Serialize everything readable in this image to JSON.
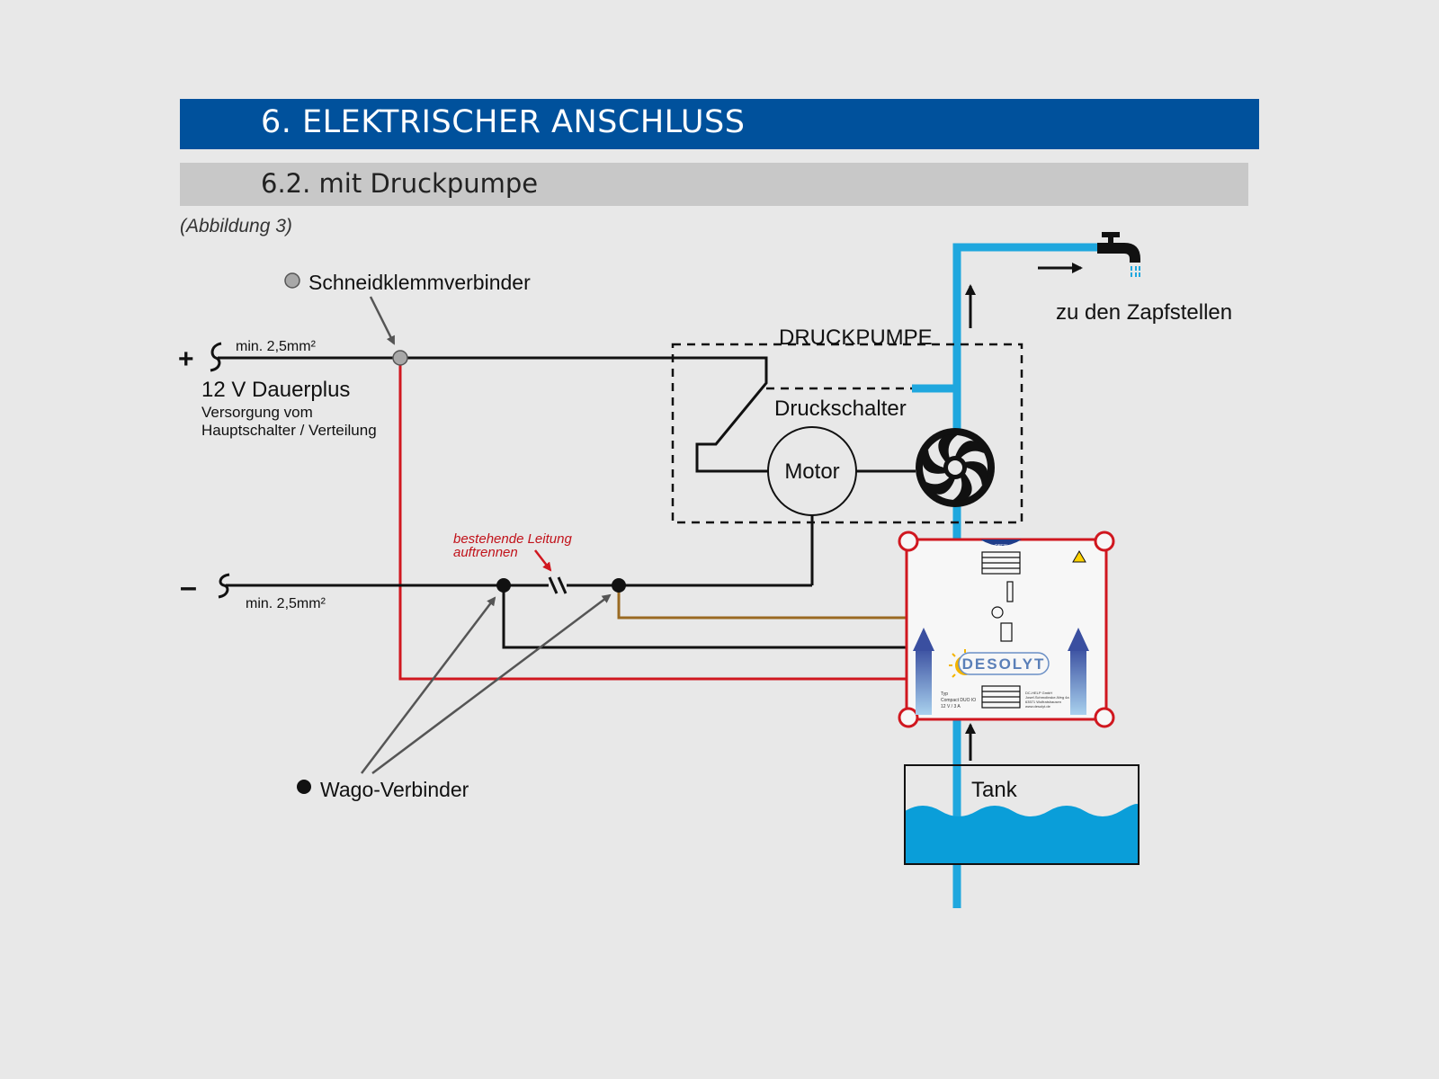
{
  "header": {
    "title": "6.  ELEKTRISCHER ANSCHLUSS",
    "subtitle": "6.2. mit Druckpumpe",
    "figure_ref": "(Abbildung 3)"
  },
  "labels": {
    "schneidklemm": "Schneidklemmverbinder",
    "plus_sign": "+",
    "minus_sign": "–",
    "plus_gauge": "min. 2,5mm²",
    "minus_gauge": "min. 2,5mm²",
    "plus_title": "12 V Dauerplus",
    "plus_desc1": "Versorgung vom",
    "plus_desc2": "Hauptschalter / Verteilung",
    "druckpumpe": "DRUCKPUMPE",
    "druckschalter": "Druckschalter",
    "motor": "Motor",
    "zapfstellen": "zu den Zapfstellen",
    "cut_line1": "bestehende Leitung",
    "cut_line2": "auftrennen",
    "wago": "Wago-Verbinder",
    "tank": "Tank"
  },
  "device": {
    "brand": "DESOLYT",
    "top_tag": "OBEN",
    "typ_label": "Typ",
    "model": "Compact DUO IO",
    "rating": "12 V / 3 A",
    "maker1": "DC-HELP GmbH",
    "maker2": "Josef-Schmolinske-Weg 4a",
    "maker3": "63571 Wolfratshausen",
    "maker4": "www.desolyt.de"
  },
  "colors": {
    "header_blue": "#00519c",
    "water_blue": "#1fa7de",
    "wire_red": "#d0171f",
    "wire_brown": "#9a6a22",
    "wire_black": "#1a1a1a"
  }
}
